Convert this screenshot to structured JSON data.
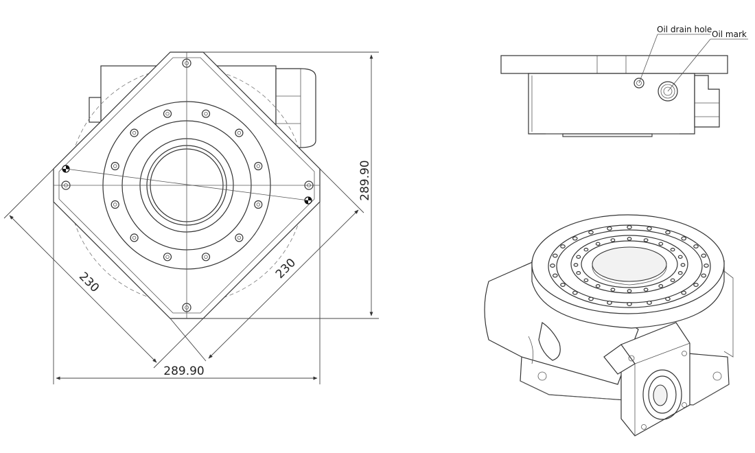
{
  "dimensions": {
    "height": "289.90",
    "width": "289.90",
    "diag_left": "230",
    "diag_right": "230"
  },
  "callouts": {
    "oil_drain_hole": "Oil drain hole",
    "oil_mark": "Oil mark"
  },
  "colors": {
    "line": "#333333",
    "background": "#ffffff"
  }
}
